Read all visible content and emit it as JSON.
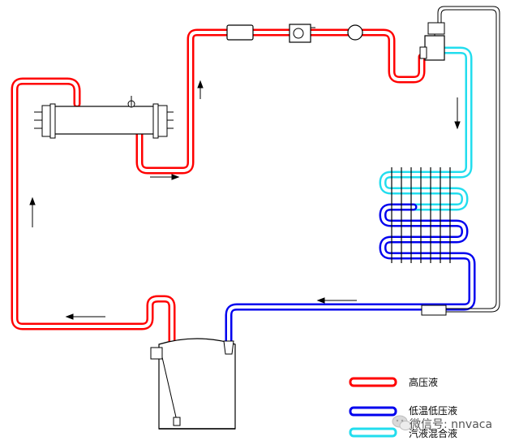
{
  "colors": {
    "high_pressure": "#ff0000",
    "low_pressure": "#0000ee",
    "mixed": "#22ddee",
    "equipment": "#000000",
    "background": "#ffffff"
  },
  "legend": [
    {
      "label": "高压液",
      "color": "#ff0000"
    },
    {
      "label": "低温低压液",
      "color": "#0000ee"
    },
    {
      "label": "汽液混合液",
      "color": "#22ddee"
    }
  ],
  "watermark": "微信号: nnvaca",
  "icons": [
    "wechat-icon"
  ]
}
